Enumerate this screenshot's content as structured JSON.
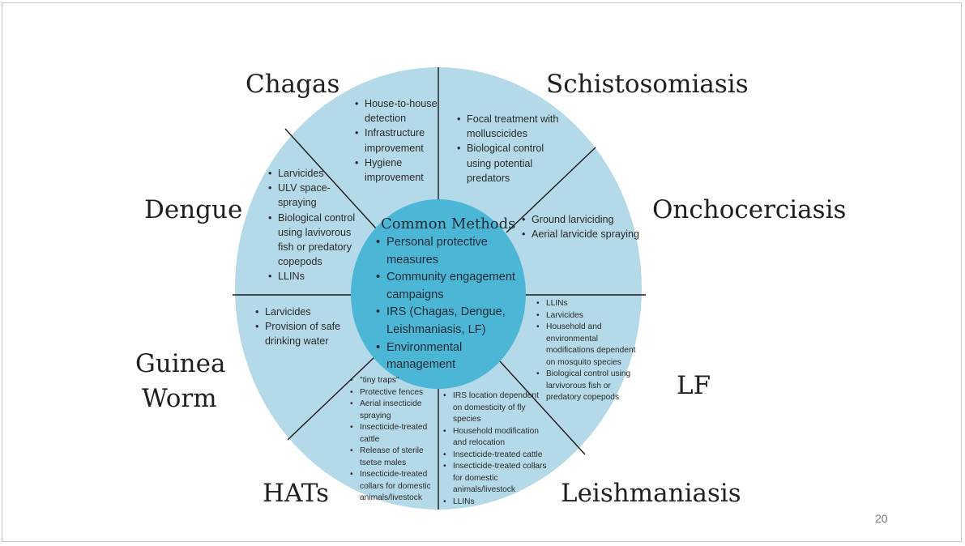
{
  "labels": {
    "chagas": "Chagas",
    "schisto": "Schistosomiasis",
    "dengue": "Dengue",
    "oncho": "Onchocerciasis",
    "guinea_line1": "Guinea",
    "guinea_line2": "Worm",
    "lf": "LF",
    "hats": "HATs",
    "leish": "Leishmaniasis"
  },
  "center": {
    "title": "Common Methods",
    "items": [
      "Personal protective measures",
      "Community engagement campaigns",
      "IRS  (Chagas, Dengue, Leishmaniasis, LF)",
      "Environmental management"
    ]
  },
  "segments": {
    "chagas": [
      "House-to-house detection",
      "Infrastructure improvement",
      "Hygiene improvement"
    ],
    "schisto": [
      "Focal treatment with molluscicides",
      "Biological control using potential predators"
    ],
    "dengue": [
      "Larvicides",
      "ULV space-spraying",
      "Biological control using lavivorous fish or predatory copepods",
      "LLINs"
    ],
    "oncho": [
      "Ground  larviciding",
      "Aerial larvicide spraying"
    ],
    "guinea": [
      "Larvicides",
      "Provision of safe drinking water"
    ],
    "lf": [
      "LLINs",
      "Larvicides",
      "Household and environmental modifications dependent on mosquito species",
      "Biological control using larvivorous fish or predatory copepods"
    ],
    "hats": [
      "\"tiny traps\"",
      "Protective fences",
      "Aerial insecticide spraying",
      "Insecticide-treated cattle",
      "Release of sterile tsetse males",
      "Insecticide-treated collars for domestic animals/livestock"
    ],
    "leish": [
      "IRS location dependent on domesticity of fly species",
      "Household modification and relocation",
      "Insecticide-treated cattle",
      "Insecticide-treated collars for domestic animals/livestock",
      "LLINs"
    ]
  },
  "page_number": "20",
  "colors": {
    "outer": "#b4d9e8",
    "inner": "#4bb6d6",
    "lines": "#1a1a1a"
  }
}
